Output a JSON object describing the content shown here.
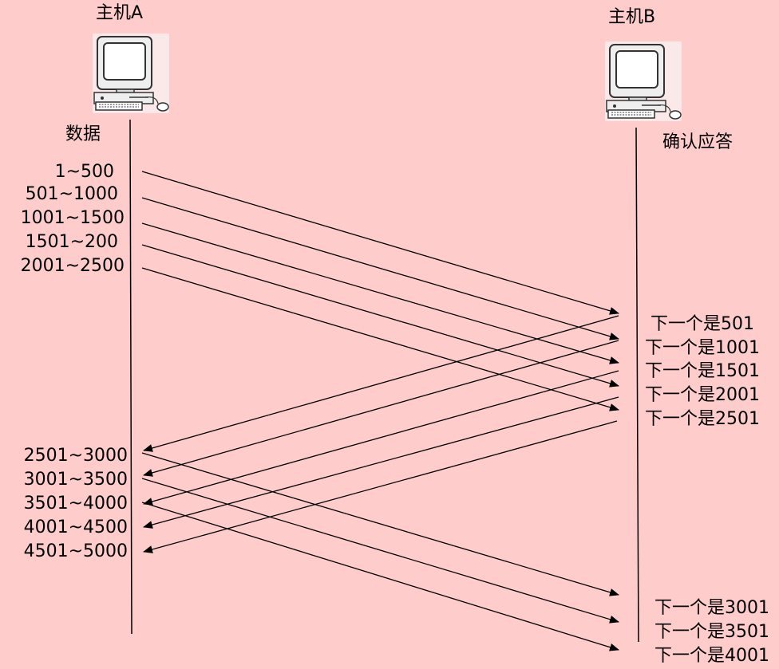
{
  "hosts": {
    "a": {
      "name": "主机A",
      "column_label": "数据"
    },
    "b": {
      "name": "主机B",
      "column_label": "确认应答"
    }
  },
  "sent_batch_1": [
    "1~500",
    "501~1000",
    "1001~1500",
    "1501~200",
    "2001~2500"
  ],
  "acks_batch_1": [
    "下一个是501",
    "下一个是1001",
    "下一个是1501",
    "下一个是2001",
    "下一个是2501"
  ],
  "sent_batch_2": [
    "2501~3000",
    "3001~3500",
    "3501~4000",
    "4001~4500",
    "4501~5000"
  ],
  "acks_batch_2": [
    "下一个是3001",
    "下一个是3501",
    "下一个是4001"
  ],
  "colors": {
    "background": "#FFCCCC",
    "line": "#000000"
  }
}
